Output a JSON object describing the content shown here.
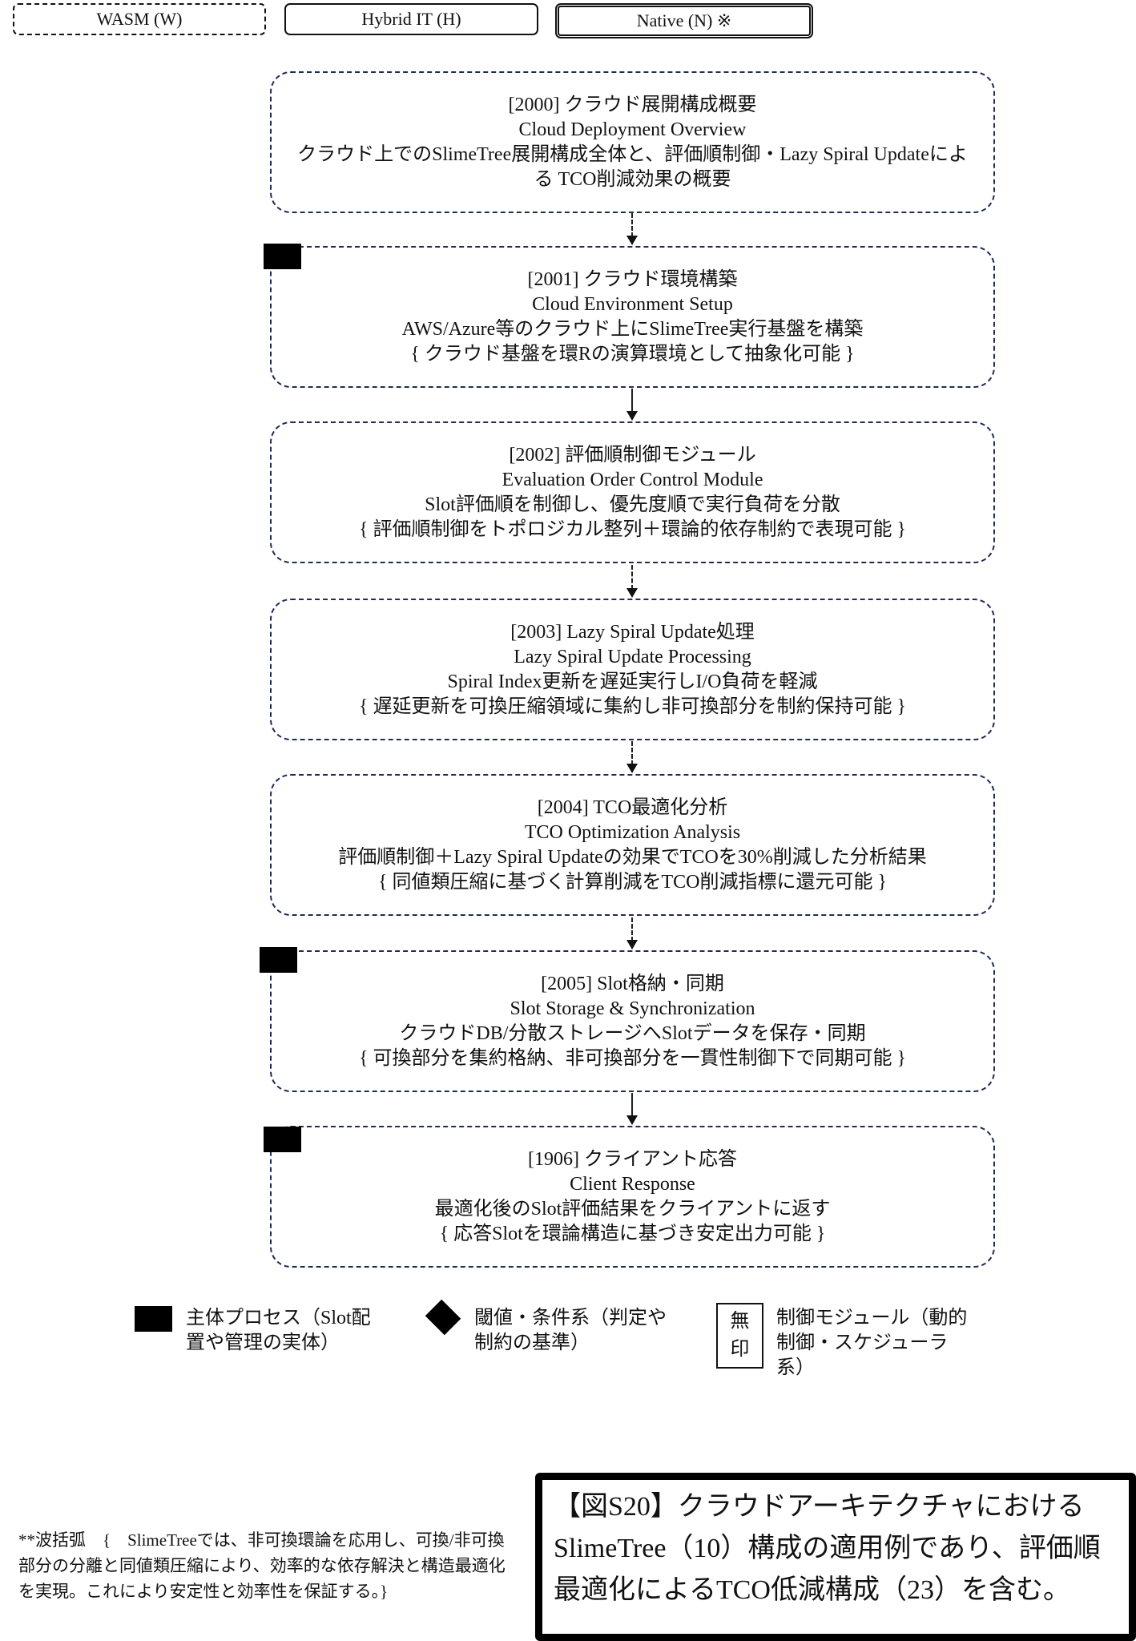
{
  "tabs": [
    {
      "label": "WASM (W)"
    },
    {
      "label": "Hybrid IT (H)"
    },
    {
      "label": "Native (N) ※"
    }
  ],
  "steps": [
    {
      "title": "[2000] クラウド展開構成概要",
      "en": "Cloud Deployment Overview",
      "desc": "クラウド上でのSlimeTree展開構成全体と、評価順制御・Lazy Spiral Updateによる TCO削減効果の概要",
      "note": ""
    },
    {
      "title": "[2001] クラウド環境構築",
      "en": "Cloud Environment Setup",
      "desc": "AWS/Azure等のクラウド上にSlimeTree実行基盤を構築",
      "note": "{ クラウド基盤を環Rの演算環境として抽象化可能 }"
    },
    {
      "title": "[2002] 評価順制御モジュール",
      "en": "Evaluation Order Control Module",
      "desc": "Slot評価順を制御し、優先度順で実行負荷を分散",
      "note": "{ 評価順制御をトポロジカル整列＋環論的依存制約で表現可能 }"
    },
    {
      "title": "[2003] Lazy Spiral Update処理",
      "en": "Lazy Spiral Update Processing",
      "desc": "Spiral Index更新を遅延実行しI/O負荷を軽減",
      "note": "{ 遅延更新を可換圧縮領域に集約し非可換部分を制約保持可能 }"
    },
    {
      "title": "[2004] TCO最適化分析",
      "en": "TCO Optimization Analysis",
      "desc": "評価順制御＋Lazy Spiral Updateの効果でTCOを30%削減した分析結果",
      "note": "{ 同値類圧縮に基づく計算削減をTCO削減指標に還元可能 }"
    },
    {
      "title": "[2005] Slot格納・同期",
      "en": "Slot Storage & Synchronization",
      "desc": "クラウドDB/分散ストレージへSlotデータを保存・同期",
      "note": "{ 可換部分を集約格納、非可換部分を一貫性制御下で同期可能 }"
    },
    {
      "title": "[1906] クライアント応答",
      "en": "Client Response",
      "desc": "最適化後のSlot評価結果をクライアントに返す",
      "note": "{ 応答Slotを環論構造に基づき安定出力可能 }"
    }
  ],
  "legend": {
    "main_process": "主体プロセス（Slot配置や管理の実体）",
    "threshold": "閾値・条件系（判定や制約の基準）",
    "unmarked_box": "無印",
    "control_module": "制御モジュール（動的制御・スケジューラ系）"
  },
  "footnote": "**波括弧　{　SlimeTreeでは、非可換環論を応用し、可換/非可換部分の分離と同値類圧縮により、効率的な依存解決と構造最適化を実現。これにより安定性と効率性を保証する。}",
  "caption": "【図S20】クラウドアーキテクチャにおけるSlimeTree（10）構成の適用例であり、評価順最適化によるTCO低減構成（23）を含む。"
}
